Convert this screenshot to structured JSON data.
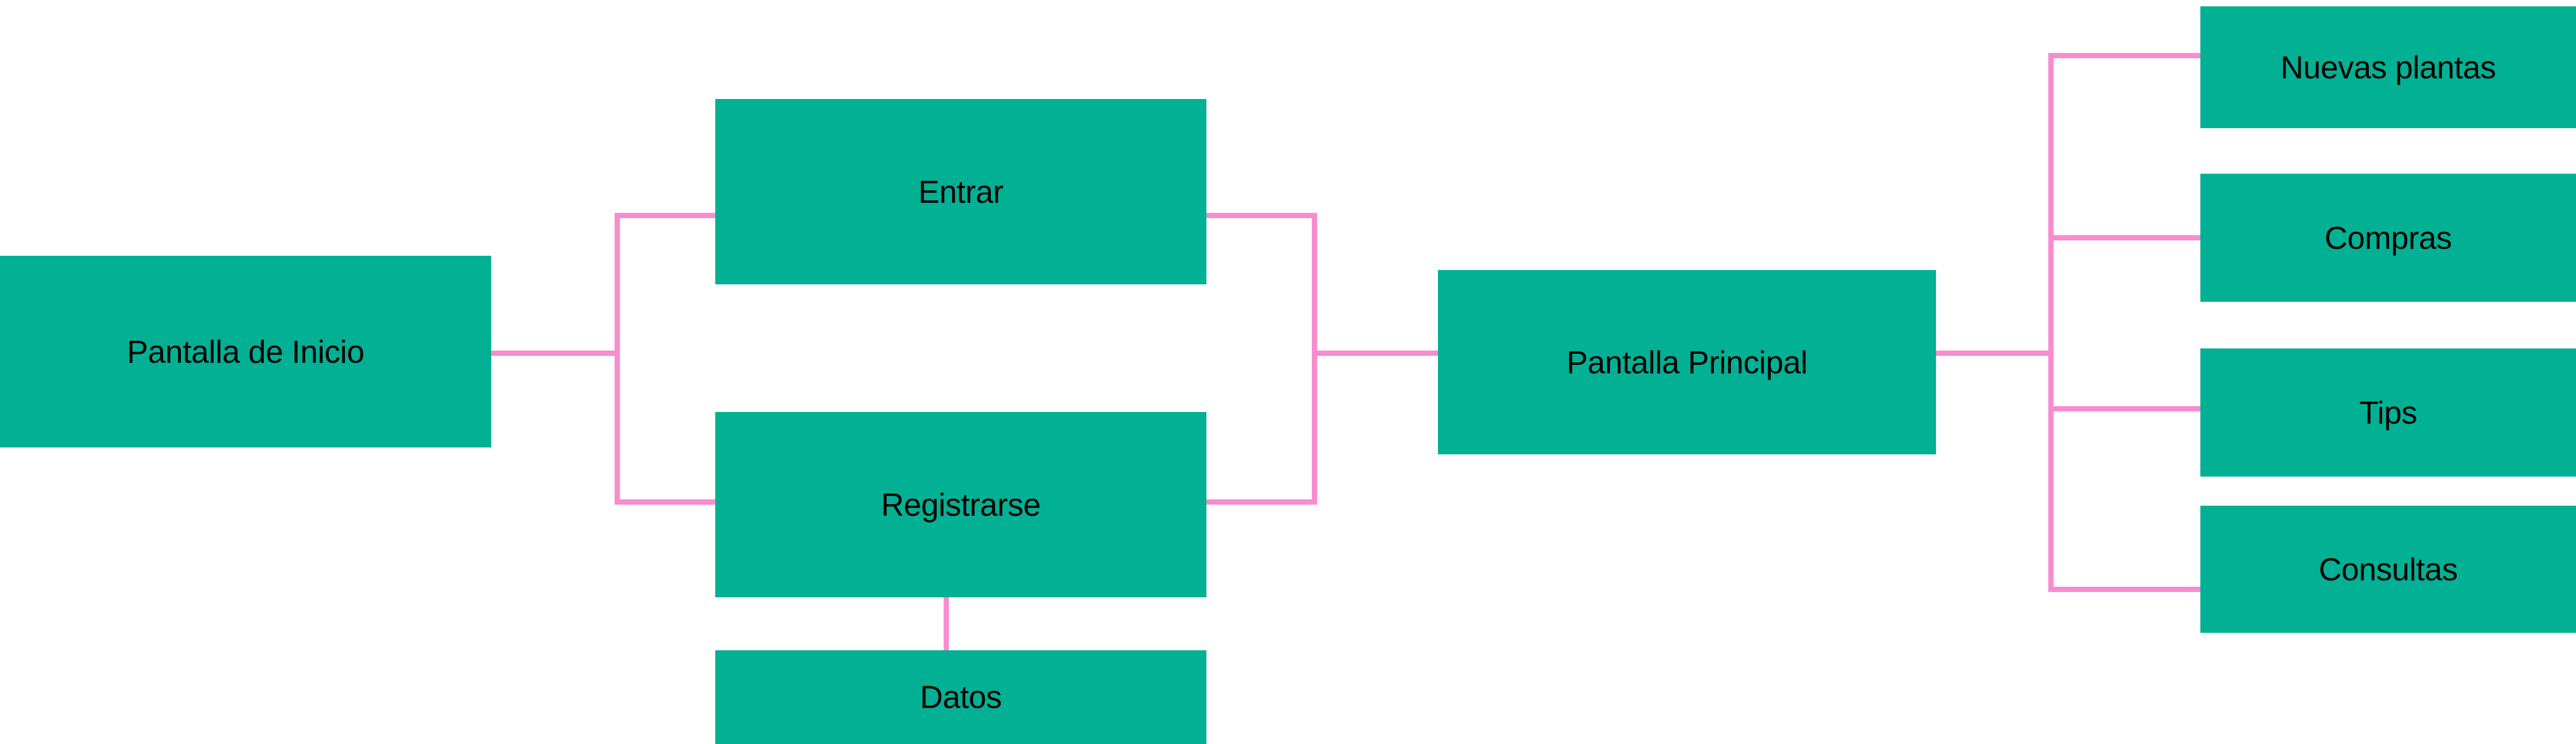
{
  "diagram": {
    "nodes": [
      {
        "id": "pantalla-inicio",
        "label": "Pantalla de Inicio"
      },
      {
        "id": "entrar",
        "label": "Entrar"
      },
      {
        "id": "registrarse",
        "label": "Registrarse"
      },
      {
        "id": "datos",
        "label": "Datos"
      },
      {
        "id": "pantalla-principal",
        "label": "Pantalla Principal"
      },
      {
        "id": "nuevas-plantas",
        "label": "Nuevas plantas"
      },
      {
        "id": "compras",
        "label": "Compras"
      },
      {
        "id": "tips",
        "label": "Tips"
      },
      {
        "id": "consultas",
        "label": "Consultas"
      }
    ],
    "edges": [
      {
        "from": "pantalla-inicio",
        "to": "entrar"
      },
      {
        "from": "pantalla-inicio",
        "to": "registrarse"
      },
      {
        "from": "entrar",
        "to": "pantalla-principal"
      },
      {
        "from": "registrarse",
        "to": "pantalla-principal"
      },
      {
        "from": "registrarse",
        "to": "datos"
      },
      {
        "from": "pantalla-principal",
        "to": "nuevas-plantas"
      },
      {
        "from": "pantalla-principal",
        "to": "compras"
      },
      {
        "from": "pantalla-principal",
        "to": "tips"
      },
      {
        "from": "pantalla-principal",
        "to": "consultas"
      }
    ],
    "colors": {
      "node_fill": "#02B093",
      "connector": "#F88CD0",
      "text": "#000000",
      "background": "#FFFFFF"
    }
  }
}
